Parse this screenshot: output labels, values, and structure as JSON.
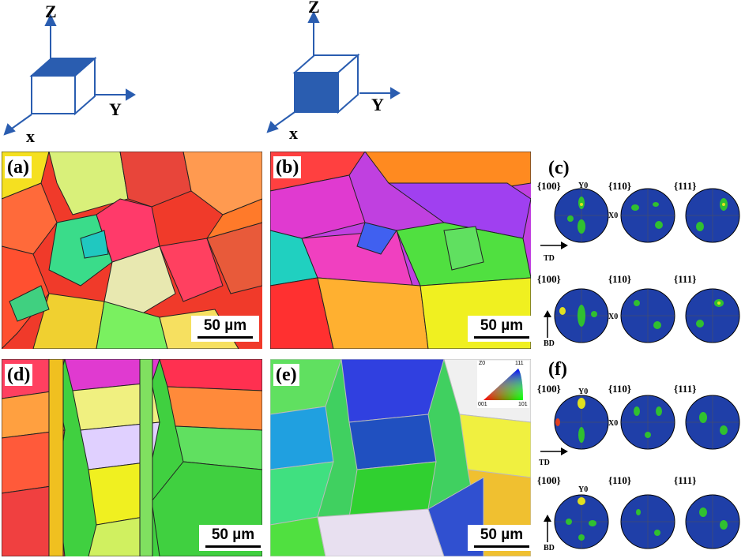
{
  "cube_left": {
    "z": "Z",
    "y": "Y",
    "x": "x"
  },
  "cube_right": {
    "z": "Z",
    "y": "Y",
    "x": "x"
  },
  "panels": {
    "a": {
      "letter": "(a)",
      "scale": "50 µm"
    },
    "b": {
      "letter": "(b)",
      "scale": "50 µm"
    },
    "c": {
      "letter": "(c)"
    },
    "d": {
      "letter": "(d)",
      "scale": "50 µm"
    },
    "e": {
      "letter": "(e)",
      "scale": "50 µm"
    },
    "f": {
      "letter": "(f)"
    }
  },
  "pole_figures": {
    "families": [
      "{100}",
      "{110}",
      "{111}"
    ],
    "y0_label": "Y0",
    "x0_label": "X0",
    "td_label": "TD",
    "bd_label": "BD"
  },
  "ipf_key": {
    "top": "111",
    "left": "001",
    "right": "101",
    "z": "Z0"
  },
  "colors": {
    "pole_bg": "#1f3fa8",
    "axis": "#2a5db0",
    "cube_fill": "#2a5db0"
  }
}
